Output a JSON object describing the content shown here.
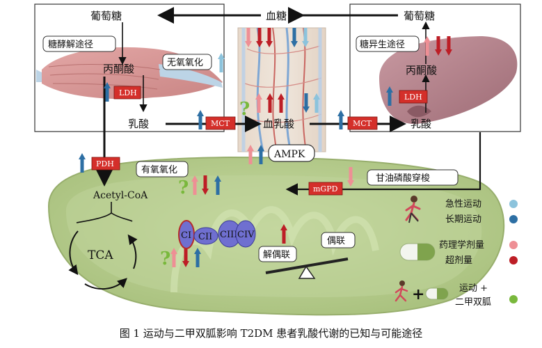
{
  "labels": {
    "glucose_left": "葡萄糖",
    "glycolysis": "糖酵解途径",
    "pyruvate_left": "丙酮酸",
    "ldh_left": "LDH",
    "lactate_left": "乳酸",
    "anaerobic": "无氧氧化",
    "blood_glucose": "血糖",
    "blood_lactate": "血乳酸",
    "mct_left": "MCT",
    "mct_right": "MCT",
    "glucose_right": "葡萄糖",
    "gluconeo": "糖异生途径",
    "pyruvate_right": "丙酮酸",
    "ldh_right": "LDH",
    "lactate_right": "乳酸",
    "pdh": "PDH",
    "acetyl": "Acetyl-CoA",
    "aerobic": "有氧氧化",
    "ampk": "AMPK",
    "glycerol_shuttle": "甘油磷酸穿梭",
    "mgpd": "mGPD",
    "tca": "TCA",
    "ci": "CI",
    "cii": "CII",
    "ciii": "CIII",
    "civ": "CIV",
    "uncoupling": "解偶联",
    "coupling": "偶联"
  },
  "legend": {
    "acute": "急性运动",
    "chronic": "长期运动",
    "pharm": "药理学剂量",
    "supra": "超剂量",
    "combo1": "运动 +",
    "combo2": "二甲双胍"
  },
  "colors": {
    "acute": "#8cc3dc",
    "chronic": "#2d6fa4",
    "pharm": "#ee8f95",
    "supra": "#bd1e26",
    "combo": "#79b83c",
    "enzyme_box": "#d42f2a",
    "mito": "#b7cd8f"
  },
  "caption": "图 1    运动与二甲双胍影响 T2DM 患者乳酸代谢的已知与可能途径"
}
